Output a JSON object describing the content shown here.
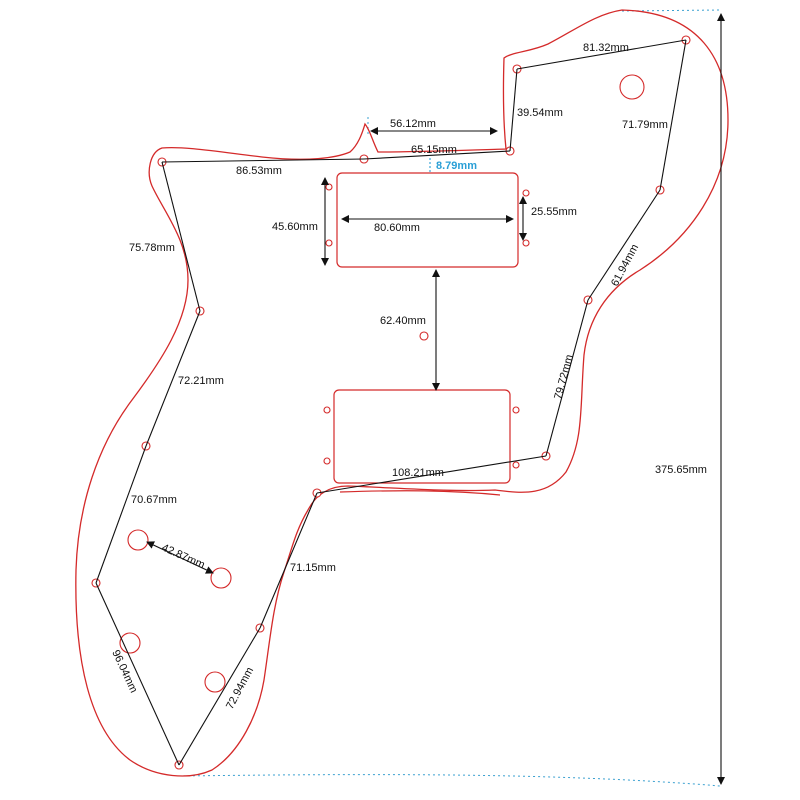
{
  "colors": {
    "outline": "#d42a2a",
    "dimension": "#111111",
    "accent": "#2a9fd6",
    "guide": "#3aa0d0"
  },
  "labels": {
    "top_right": "81.32mm",
    "neck_pocket_height": "39.54mm",
    "neck_pocket_width": "56.12mm",
    "top_edge": "65.15mm",
    "pickup_gap": "8.79mm",
    "upper_left": "86.53mm",
    "right_upper": "71.79mm",
    "left_upper": "75.78mm",
    "pickup_height": "45.60mm",
    "pickup_width": "80.60mm",
    "pickup_hole_span": "25.55mm",
    "right_mid": "61.94mm",
    "pickup_spacing": "62.40mm",
    "left_mid": "72.21mm",
    "right_lower": "79.72mm",
    "lower_edge": "108.21mm",
    "overall_height": "375.65mm",
    "left_lower": "70.67mm",
    "control_spacing": "42.87mm",
    "inner_lower": "71.15mm",
    "bottom_left": "96.04mm",
    "bottom_right": "72.94mm"
  }
}
